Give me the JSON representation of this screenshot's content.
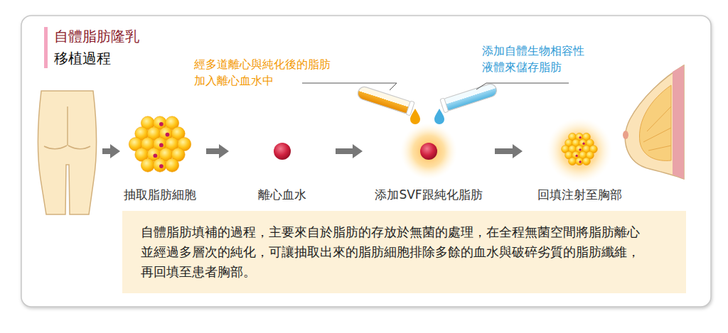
{
  "diagram": {
    "title": "自體脂肪隆乳",
    "nodes": [
      {
        "text": [
          "抽取脂肪細胞"
        ]
      },
      {
        "text": [
          "離心血水"
        ]
      },
      {
        "text": [
          "添加SVF跟純化脂肪"
        ]
      },
      {
        "text": [
          "回填注射至胸部"
        ]
      },
      {
        "text": [
          "自體脂肪填補的過程，主要來自於脂肪的存放於無菌的處理，在全程無菌空間將脂肪離心 並經過多層次的純化，可讓抽取出來的脂肪細胞排除多餘的血水與破碎劣質的脂肪纖維， 再回填至患者胸部。"
        ]
      }
    ],
    "edges": [
      {
        "from": 0,
        "to": 1,
        "arrow": "to"
      },
      {
        "from": 1,
        "to": 2,
        "arrow": "to"
      },
      {
        "from": 2,
        "to": 3,
        "arrow": "to"
      }
    ],
    "labels": [
      "移植過程",
      "經多道離心與純化後的脂肪 加入離心血水中",
      "添加自體生物相容性 液體來儲存脂肪"
    ]
  }
}
